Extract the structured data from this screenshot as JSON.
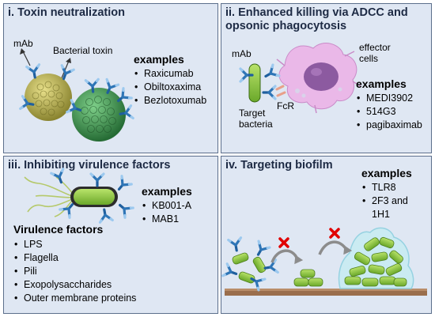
{
  "panels": {
    "p1": {
      "title": "i. Toxin neutralization",
      "labels": {
        "mab": "mAb",
        "toxin": "Bacterial toxin"
      },
      "examples_title": "examples",
      "examples": [
        "Raxicumab",
        "Obiltoxaxima",
        "Bezlotoxumab"
      ]
    },
    "p2": {
      "title_line1": "ii. Enhanced killing via ADCC and",
      "title_line2": "opsonic phagocytosis",
      "labels": {
        "mab": "mAb",
        "effector_line1": "effector",
        "effector_line2": "cells",
        "fcr": "FcR",
        "target_line1": "Target",
        "target_line2": "bacteria"
      },
      "examples_title": "examples",
      "examples": [
        "MEDI3902",
        "514G3",
        "pagibaximab"
      ]
    },
    "p3": {
      "title": "iii. Inhibiting virulence factors",
      "examples_title": "examples",
      "examples": [
        "KB001-A",
        "MAB1"
      ],
      "virulence_title": "Virulence factors",
      "virulence": [
        "LPS",
        "Flagella",
        "Pili",
        "Exopolysaccharides",
        "Outer membrane proteins"
      ]
    },
    "p4": {
      "title": "iv. Targeting biofilm",
      "examples_title": "examples",
      "examples": [
        "TLR8",
        "2F3 and"
      ],
      "examples_cont": "1H1"
    }
  },
  "colors": {
    "panel_bg": "#dfe7f3",
    "antibody": "#2e75b6",
    "bacteria_green": "#8cc63f",
    "toxin_yellow": "#a8a24a",
    "toxin_green": "#3c8c46",
    "cell_pink": "#e8b4e6",
    "nucleus_purple": "#8c5aa0",
    "cross_red": "#e00000",
    "surface_brown": "#9a6e4c"
  },
  "icons": [
    "antibody-icon",
    "bacterium-icon",
    "toxin-cluster-icon",
    "effector-cell-icon",
    "cross-icon",
    "biofilm-icon"
  ]
}
